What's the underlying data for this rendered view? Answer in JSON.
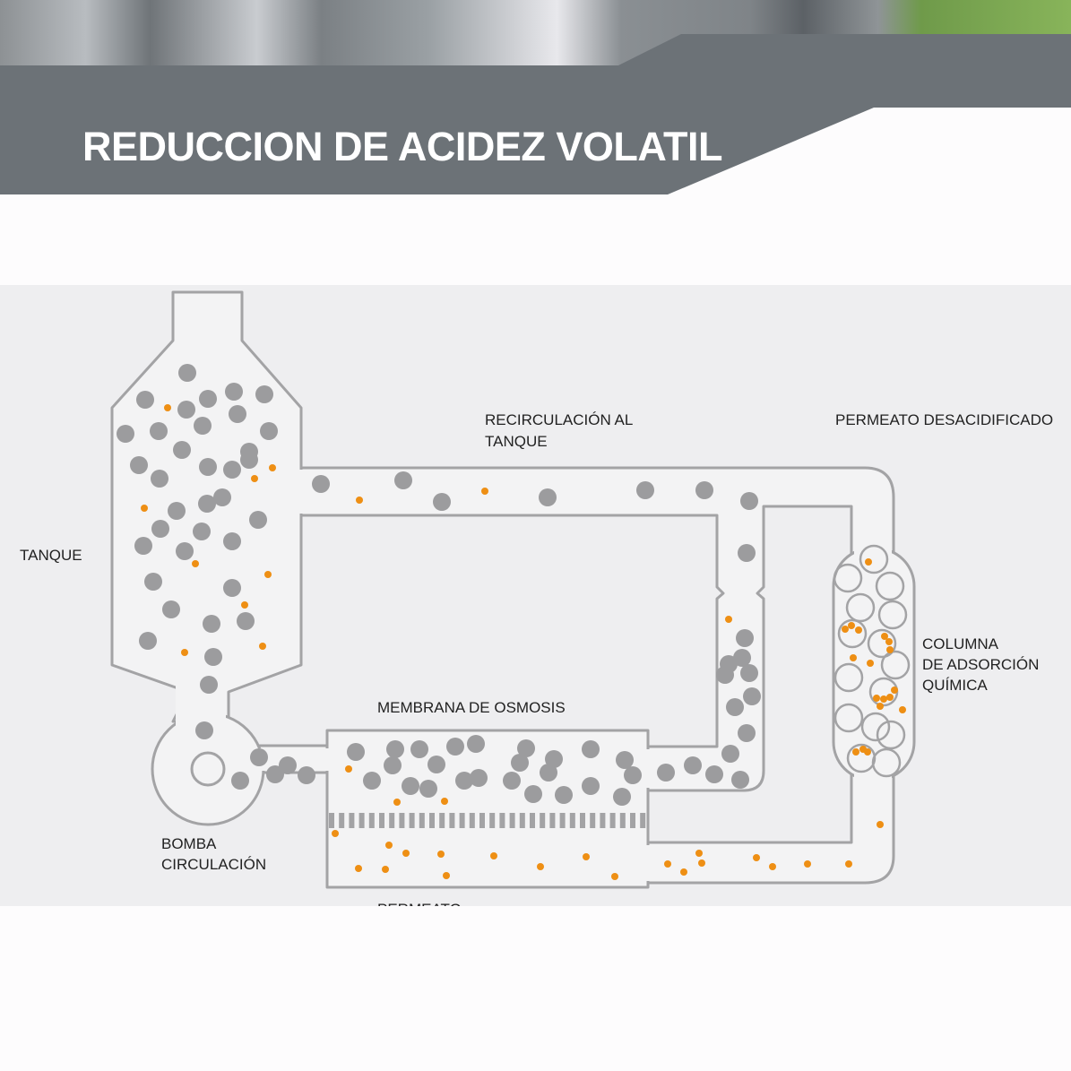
{
  "header": {
    "title": "REDUCCION DE ACIDEZ VOLATIL"
  },
  "diagram": {
    "labels": {
      "tank": "TANQUE",
      "recirculation_1": "RECIRCULACIÓN AL",
      "recirculation_2": "TANQUE",
      "deacidified_permeate": "PERMEATO DESACIDIFICADO",
      "column_1": "COLUMNA",
      "column_2": "DE ADSORCIÓN",
      "column_3": "QUÍMICA",
      "membrane": "MEMBRANA DE OSMOSIS",
      "pump_1": "BOMBA",
      "pump_2": "CIRCULACIÓN",
      "permeate": "PERMEATO"
    },
    "colors": {
      "banner": "#6c7277",
      "outline": "#a3a3a5",
      "molecule": "#9c9c9e",
      "acid": "#ee8f14",
      "background": "#eeeef0"
    }
  }
}
